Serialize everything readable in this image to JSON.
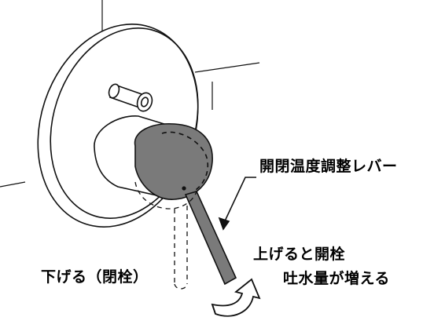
{
  "labels": {
    "lever": "開閉温度調整レバー",
    "raise_open": "上げると開栓",
    "flow_increase": "吐水量が増える",
    "lower_close": "下げる（閉栓）"
  },
  "colors": {
    "line": "#111111",
    "handle_fill": "#7a7a7a",
    "arrow_fill": "#ffffff",
    "background": "#ffffff"
  }
}
